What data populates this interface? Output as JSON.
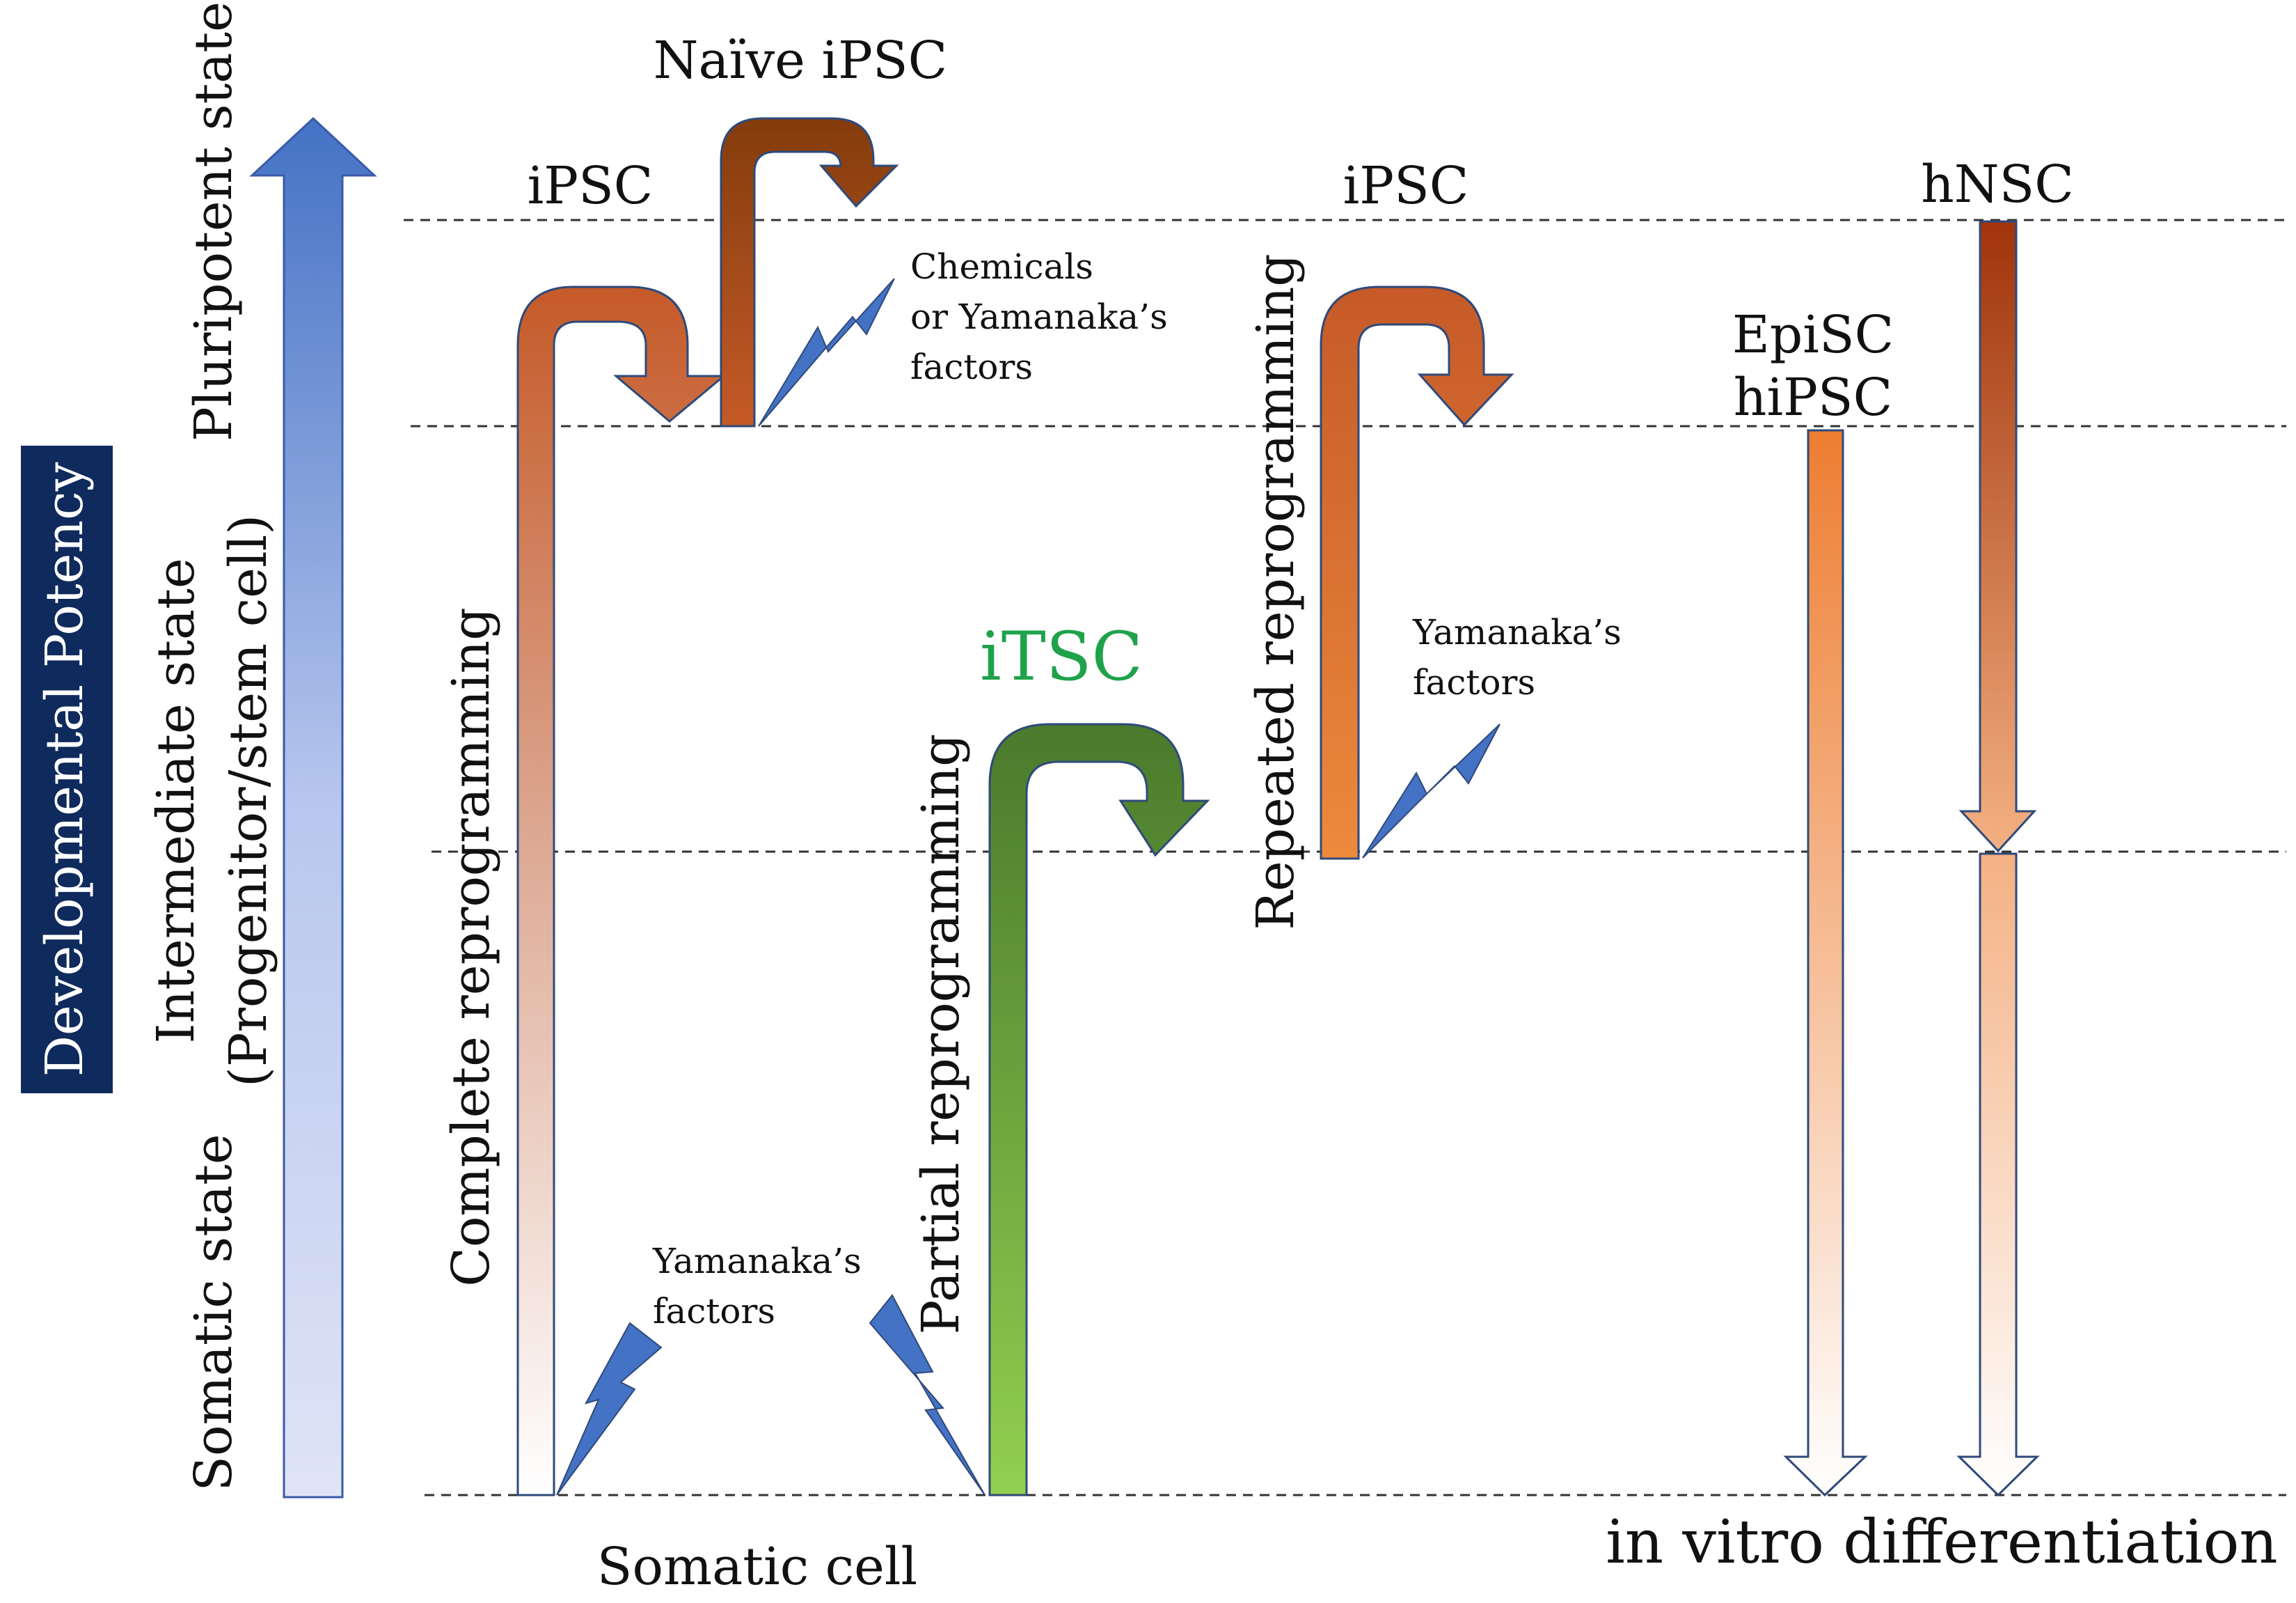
{
  "colors": {
    "potency_arrow_top": "#4472c4",
    "potency_arrow_bottom": "#dfe4f6",
    "potency_label_bg": "#0f2a5c",
    "reprogramming_orange": "#c55a28",
    "naive_brown": "#843c0c",
    "itsc_green": "#548235",
    "itsc_green_light": "#92d050",
    "itsc_label": "#1fa24a",
    "lightning_blue": "#4472c4",
    "outline": "#2f4a7a"
  },
  "potency": {
    "label": "Developmental Potency",
    "states": {
      "pluripotent": "Pluripotent state",
      "intermediate_line1": "Intermediate state",
      "intermediate_line2": "(Progenitor/stem cell)",
      "somatic": "Somatic state"
    }
  },
  "labels": {
    "naive_ipsc": "Naïve iPSC",
    "ipsc_left": "iPSC",
    "ipsc_right": "iPSC",
    "hnsc": "hNSC",
    "episc": "EpiSC",
    "hipsc": "hiPSC",
    "itsc": "iTSC",
    "somatic_cell": "Somatic cell",
    "in_vitro": "in vitro differentiation",
    "chemicals_line1": "Chemicals",
    "chemicals_line2": "or Yamanaka’s",
    "chemicals_line3": "factors",
    "yamanaka_mid_line1": "Yamanaka’s",
    "yamanaka_mid_line2": "factors",
    "yamanaka_bottom_line1": "Yamanaka’s",
    "yamanaka_bottom_line2": "factors",
    "complete": "Complete reprogramming",
    "partial": "Partial reprogramming",
    "repeated": "Repeated reprogramming"
  }
}
